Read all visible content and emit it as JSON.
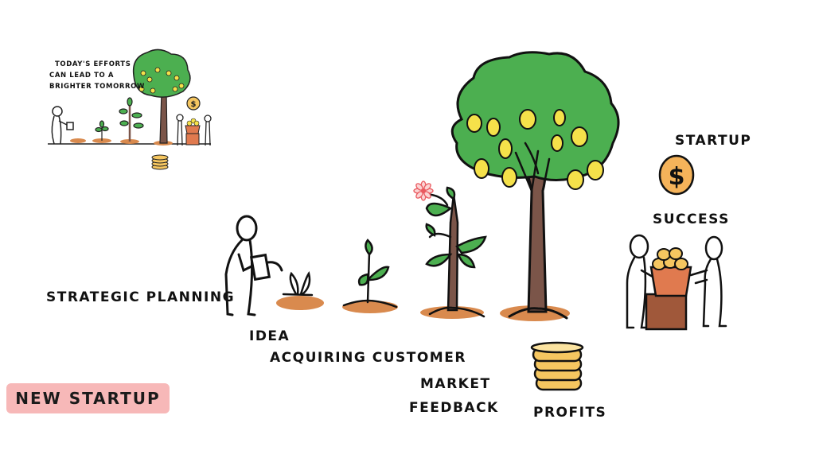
{
  "thumbnail": {
    "caption_lines": [
      "TODAY'S EFFORTS",
      "CAN LEAD TO A",
      "BRIGHTER TOMORROW"
    ]
  },
  "stages": [
    {
      "id": "strategic-planning",
      "label": "STRATEGIC PLANNING"
    },
    {
      "id": "idea",
      "label": "IDEA"
    },
    {
      "id": "acquiring-customer",
      "label": "ACQUIRING CUSTOMER"
    },
    {
      "id": "market-feedback",
      "label_line1": "MARKET",
      "label_line2": "FEEDBACK"
    },
    {
      "id": "profits",
      "label": "PROFITS"
    },
    {
      "id": "startup-success",
      "label_line1": "STARTUP",
      "label_line2": "SUCCESS"
    }
  ],
  "badge": {
    "label": "NEW STARTUP"
  },
  "colors": {
    "leaf_green": "#4caf50",
    "trunk_brown": "#7b5549",
    "soil": "#d98a4e",
    "fruit_yellow": "#f5e14a",
    "coin": "#f5c660",
    "badge_bg": "#f7b8b8",
    "pot": "#e07a4f",
    "box": "#a0583a"
  },
  "icons": {
    "coin": "dollar-coin",
    "flower": "pink-flower"
  }
}
